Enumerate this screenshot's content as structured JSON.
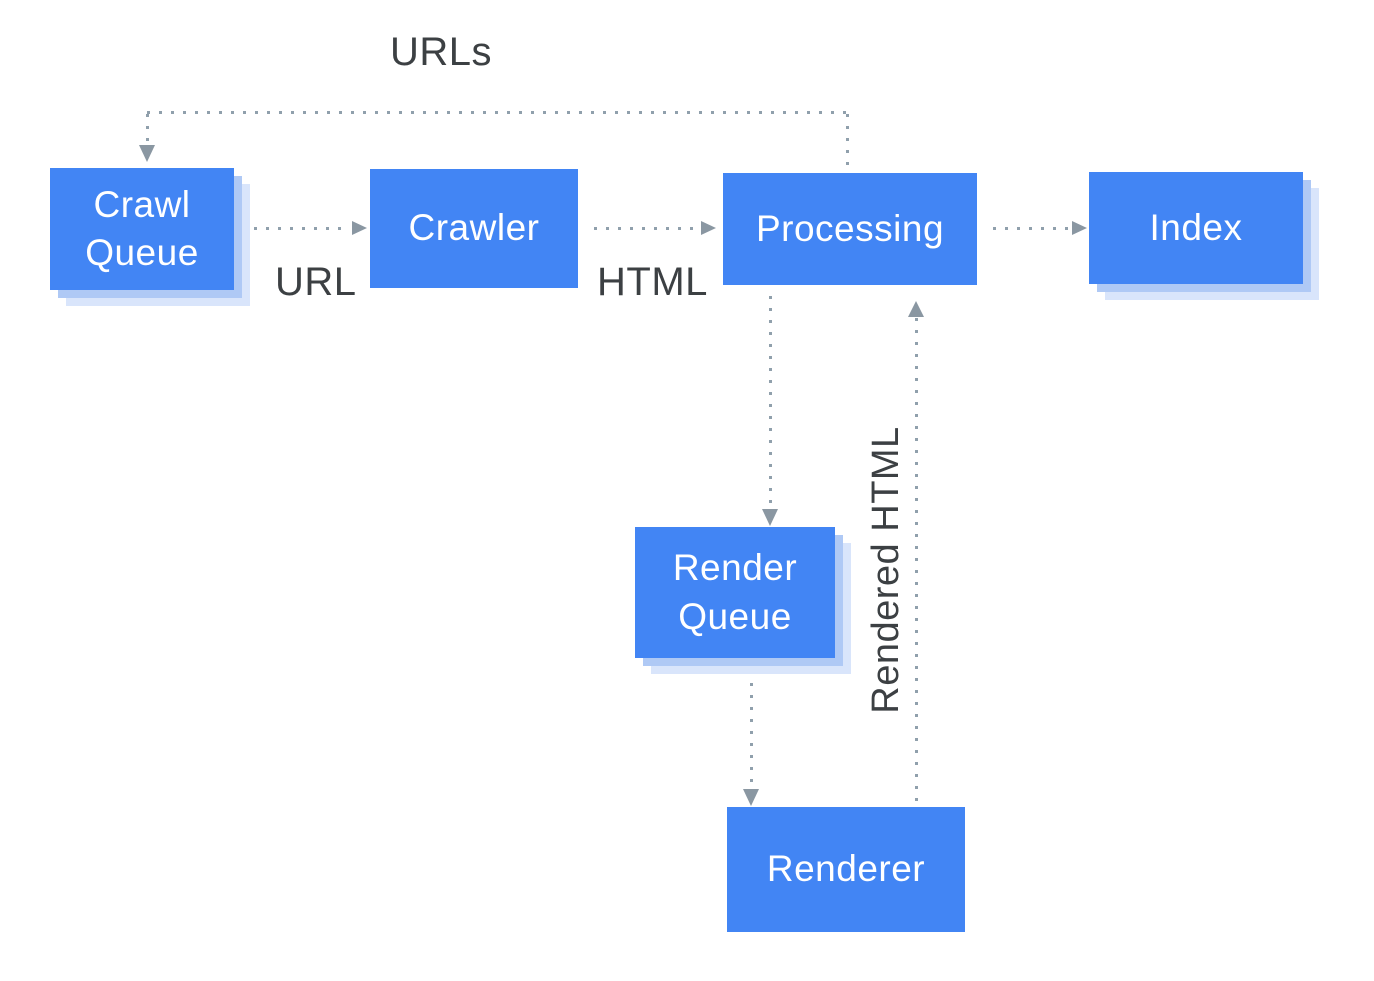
{
  "diagram": {
    "description": "Crawl, render and index pipeline flow diagram"
  },
  "colors": {
    "box": "#4285F4",
    "box_text": "#FFFFFF",
    "shadow_inner": "#AFC9F5",
    "shadow_outer": "#D9E5FB",
    "label": "#3C4043",
    "dots": "#90A0AC",
    "arrow": "#8A97A2",
    "bg": "#FFFFFF"
  },
  "nodes": [
    {
      "id": "crawl-queue",
      "label": "Crawl Queue",
      "display": "Crawl\nQueue",
      "stacked": true
    },
    {
      "id": "crawler",
      "label": "Crawler",
      "display": "Crawler",
      "stacked": false
    },
    {
      "id": "processing",
      "label": "Processing",
      "display": "Processing",
      "stacked": false
    },
    {
      "id": "index",
      "label": "Index",
      "display": "Index",
      "stacked": true
    },
    {
      "id": "render-queue",
      "label": "Render Queue",
      "display": "Render\nQueue",
      "stacked": true
    },
    {
      "id": "renderer",
      "label": "Renderer",
      "display": "Renderer",
      "stacked": false
    }
  ],
  "edges": [
    {
      "from": "processing",
      "to": "crawl-queue",
      "label": "URLs",
      "style": "dotted"
    },
    {
      "from": "crawl-queue",
      "to": "crawler",
      "label": "URL",
      "style": "dotted"
    },
    {
      "from": "crawler",
      "to": "processing",
      "label": "HTML",
      "style": "dotted"
    },
    {
      "from": "processing",
      "to": "index",
      "label": "",
      "style": "dotted"
    },
    {
      "from": "processing",
      "to": "render-queue",
      "label": "",
      "style": "dotted"
    },
    {
      "from": "render-queue",
      "to": "renderer",
      "label": "",
      "style": "dotted"
    },
    {
      "from": "renderer",
      "to": "processing",
      "label": "Rendered HTML",
      "style": "dotted"
    }
  ],
  "labels": {
    "urls": "URLs",
    "url": "URL",
    "html": "HTML",
    "rendered_html": "Rendered HTML"
  }
}
